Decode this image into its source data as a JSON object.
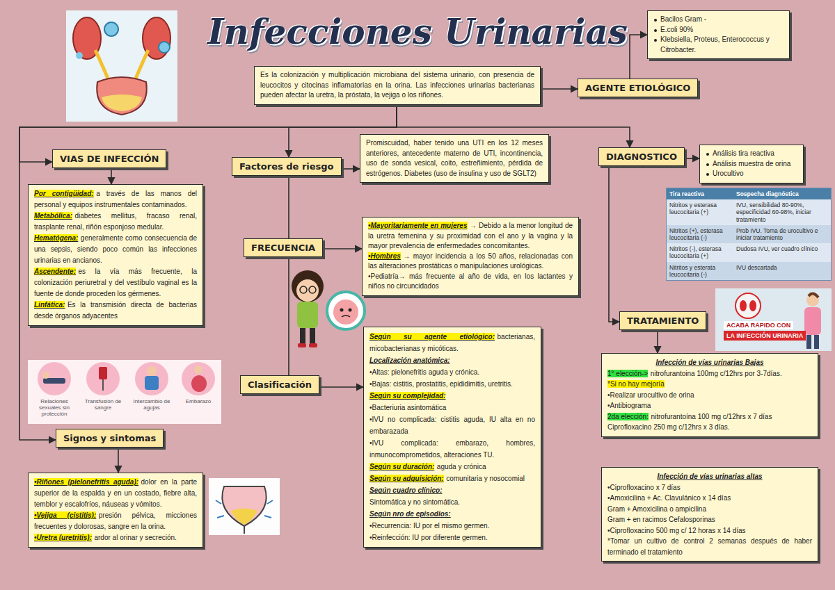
{
  "diagram": {
    "title": "Infecciones Urinarias",
    "nodes": [
      {
        "text": [
          "Es la colonización y multiplicación microbiana del sistema urinario, con presencia de leucocitos y citocinas inflamatorias en la orina. Las infecciones urinarias bacterianas pueden afectar la uretra, la próstata, la vejiga o los riñones."
        ]
      },
      {
        "text": [
          "AGENTE ETIOLÓGICO"
        ]
      },
      {
        "text": [
          "Bacilos Gram -",
          "E.coli 90%",
          "Klebsiella, Proteus, Enterococcus y Citrobacter."
        ]
      },
      {
        "text": [
          "VIAS DE INFECCIÓN"
        ]
      },
      {
        "text": [
          "Por contigüidad:",
          "a través de las manos del personal y equipos instrumentales contaminados.",
          "Metabólica:",
          "diabetes mellitus, fracaso renal, trasplante renal, riñón esponjoso medular.",
          "Hematógena:",
          "generalmente como consecuencia de una sepsis, siendo poco común las infecciones urinarias en ancianos.",
          "Ascendente:",
          "es la vía más frecuente, la colonización periuretral y del vestíbulo vaginal es la fuente de donde proceden los gérmenes.",
          "Linfática:",
          "Es la transmisión directa de bacterias desde órganos adyacentes"
        ]
      },
      {
        "text": [
          "Factores de riesgo"
        ]
      },
      {
        "text": [
          "Promiscuidad, haber tenido una UTI en los 12 meses anteriores, antecedente materno de UTI, incontinencia, uso de sonda vesical, coito, estreñimiento, pérdida de estrógenos. Diabetes (uso de insulina y uso de SGLT2)"
        ]
      },
      {
        "text": [
          "DIAGNOSTICO"
        ]
      },
      {
        "text": [
          "Análisis tira reactiva",
          "Análisis muestra de orina",
          "Urocultivo"
        ]
      },
      {
        "text": [
          "FRECUENCIA"
        ]
      },
      {
        "text": [
          "•Mayoritariamente en mujeres",
          "→ Debido a la menor longitud de la uretra femenina y su proximidad con el ano y la vagina y la mayor prevalencia de enfermedades concomitantes.",
          "•Hombres",
          "→ mayor incidencia a los 50 años, relacionadas con las alteraciones prostáticas o manipulaciones urológicas.",
          "•Pediatría",
          "→ más frecuente al año de vida, en los lactantes y niños no circuncidados"
        ]
      },
      {
        "text": [
          "TRATAMIENTO"
        ]
      },
      {
        "text": [
          "Infección de vías urinarias Bajas",
          "1° elección->",
          "nitrofurantoina 100mg c/12hrs por 3-7días.",
          "*Si no hay mejoría",
          "•Realizar urocultivo de orina",
          "•Antibiograma",
          "2da elección:",
          "nitrofurantoína 100 mg c/12hrs x 7 días",
          "Ciprofloxacino 250 mg c/12hrs x 3 días."
        ]
      },
      {
        "text": [
          "Infección de vías urinarias altas",
          "•Ciprofloxacino x 7 días",
          "•Amoxicilina + Ac. Clavulánico x 14 días",
          "Gram + Amoxicilina o ampicilina",
          "Gram + en racimos Cefalosporinas",
          "•Ciprofloxacino 500 mg c/ 12 horas x 14 días",
          "*Tomar un cultivo de control 2 semanas después de haber terminado el tratamiento"
        ]
      },
      {
        "text": [
          "Clasificación"
        ]
      },
      {
        "text": [
          "Según su agente etiológico:",
          "bacterianas, micobacterianas y micóticas.",
          "Localización anatómica:",
          "•Altas: pielonefritis aguda y crónica.",
          "•Bajas: cistitis, prostatitis, epididimitis, uretritis.",
          "Según su complejidad:",
          "•Bacteriuria asintomática",
          "•IVU no complicada: cistitis aguda, IU alta en no embarazada",
          "•IVU complicada: embarazo, hombres, inmunocomprometidos, alteraciones TU.",
          "Según su duración:",
          "aguda y crónica",
          "Según su adquisición:",
          "comunitaria y nosocomial",
          "Según cuadro clínico:",
          "Sintomática y no sintomática.",
          "Según nro de episodios:",
          "•Recurrencia: IU por el mismo germen.",
          "•Reinfección: IU por diferente germen."
        ]
      },
      {
        "text": [
          "Signos y sintomas"
        ]
      },
      {
        "text": [
          "•Riñones (pielonefritis aguda):",
          "dolor en la parte superior de la espalda y en un costado, fiebre alta, temblor y escalofríos, náuseas y vómitos.",
          "•Vejiga (cistitis):",
          "presión pélvica, micciones frecuentes y dolorosas, sangre en la orina.",
          "•Uretra (uretritis):",
          "ardor al orinar y secreción."
        ]
      }
    ],
    "edges": [
      {
        "from": 0,
        "to": 1,
        "arrow": "to"
      },
      {
        "from": 1,
        "to": 2,
        "arrow": "to"
      },
      {
        "from": 0,
        "to": 3,
        "arrow": "to"
      },
      {
        "from": 0,
        "to": 16,
        "arrow": "to"
      },
      {
        "from": 0,
        "to": 5,
        "arrow": "to"
      },
      {
        "from": 0,
        "to": 7,
        "arrow": "to"
      },
      {
        "from": 7,
        "to": 11,
        "arrow": "to"
      },
      {
        "from": 5,
        "to": 9,
        "arrow": "none"
      },
      {
        "from": 9,
        "to": 14,
        "arrow": "none"
      },
      {
        "from": 3,
        "to": 4,
        "arrow": "to"
      },
      {
        "from": 5,
        "to": 6,
        "arrow": "to"
      },
      {
        "from": 7,
        "to": 8,
        "arrow": "to"
      },
      {
        "from": 9,
        "to": 10,
        "arrow": "to"
      },
      {
        "from": 11,
        "to": 12,
        "arrow": "to"
      },
      {
        "from": 14,
        "to": 15,
        "arrow": "to"
      },
      {
        "from": 16,
        "to": 17,
        "arrow": "to"
      }
    ],
    "labels": [
      "Tira reactiva",
      "Sospecha diagnóstica",
      "Nitritos y esterasa leucocitaria (+)",
      "IVU, sensibilidad 80-90%, especificidad 60-98%, iniciar tratamiento",
      "Nitritos (+), esterasa leucocitaria (-)",
      "Prob IVU. Toma de urocultivo e iniciar tratamiento",
      "Nitritos (-), esterasa leucocitaria (+)",
      "Dudosa IVU, ver cuadro clínico",
      "Nitritos y esterata leucocitaria (-)",
      "IVU descartada",
      "ACABA RÁPIDO CON",
      "LA INFECCIÓN URINARIA",
      "Relaciones sexuales sin protección",
      "Transfusión de sangre",
      "Intercambio de agujas",
      "Embarazo"
    ]
  }
}
